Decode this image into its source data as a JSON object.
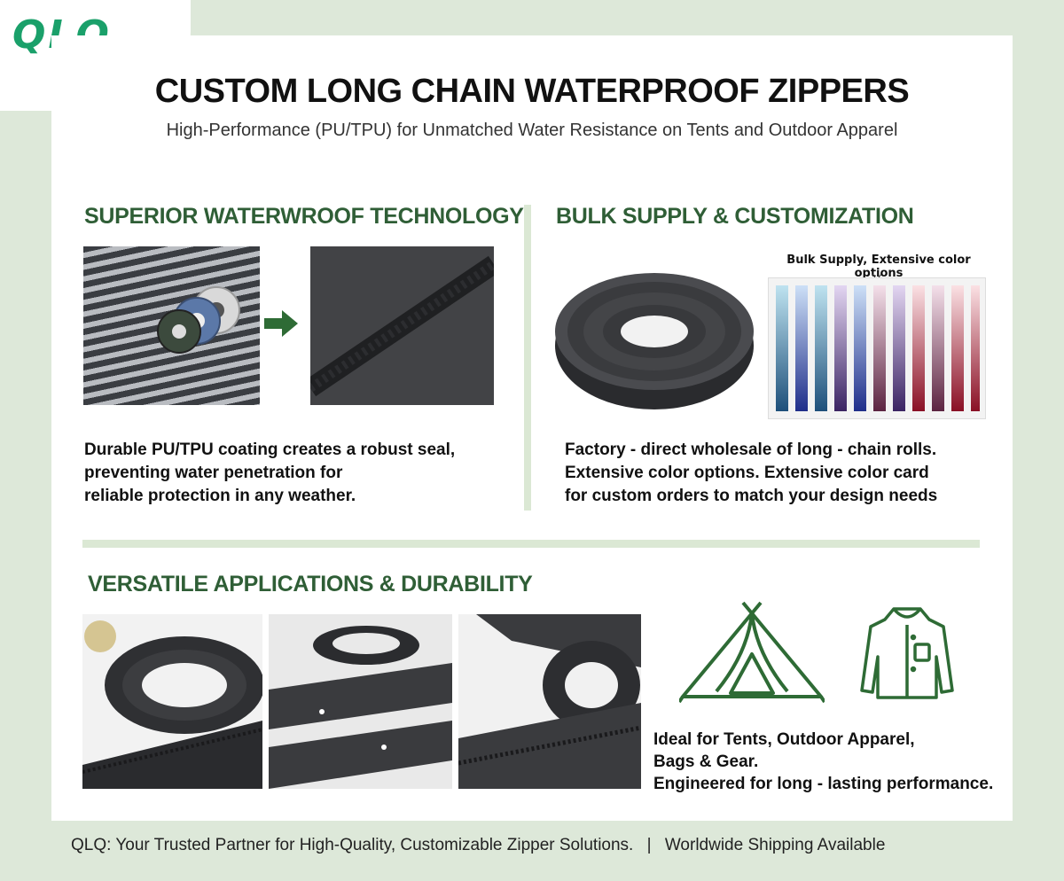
{
  "brand": {
    "logo": "QLQ"
  },
  "header": {
    "title": "CUSTOM LONG CHAIN WATERPROOF ZIPPERS",
    "subtitle": "High-Performance (PU/TPU) for Unmatched Water Resistance on Tents and Outdoor Apparel"
  },
  "sections": {
    "waterproof": {
      "heading": "SUPERIOR WATERWROOF TECHNOLOGY",
      "lines": [
        "Durable PU/TPU coating creates a robust seal,",
        "preventing water penetration for",
        "reliable protection in any weather."
      ]
    },
    "bulk": {
      "heading": "BULK SUPPLY & CUSTOMIZATION",
      "caption": "Bulk Supply, Extensive color options",
      "lines": [
        "Factory - direct wholesale of long - chain rolls.",
        "Extensive color options. Extensive color card",
        "for custom orders to match your design needs"
      ]
    },
    "applications": {
      "heading": "VERSATILE APPLICATIONS & DURABILITY",
      "lines": [
        "Ideal for Tents, Outdoor Apparel,",
        "Bags & Gear.",
        "Engineered for long - lasting performance."
      ]
    }
  },
  "icons": [
    "arrow-right-icon",
    "tent-icon",
    "jacket-icon"
  ],
  "colors": {
    "accent": "#2f5e36",
    "brand": "#1aa06a",
    "background": "#dde8d9"
  },
  "footer": {
    "tagline": "QLQ: Your Trusted Partner for High-Quality, Customizable Zipper Solutions.",
    "separator": "|",
    "shipping": "Worldwide Shipping Available"
  }
}
